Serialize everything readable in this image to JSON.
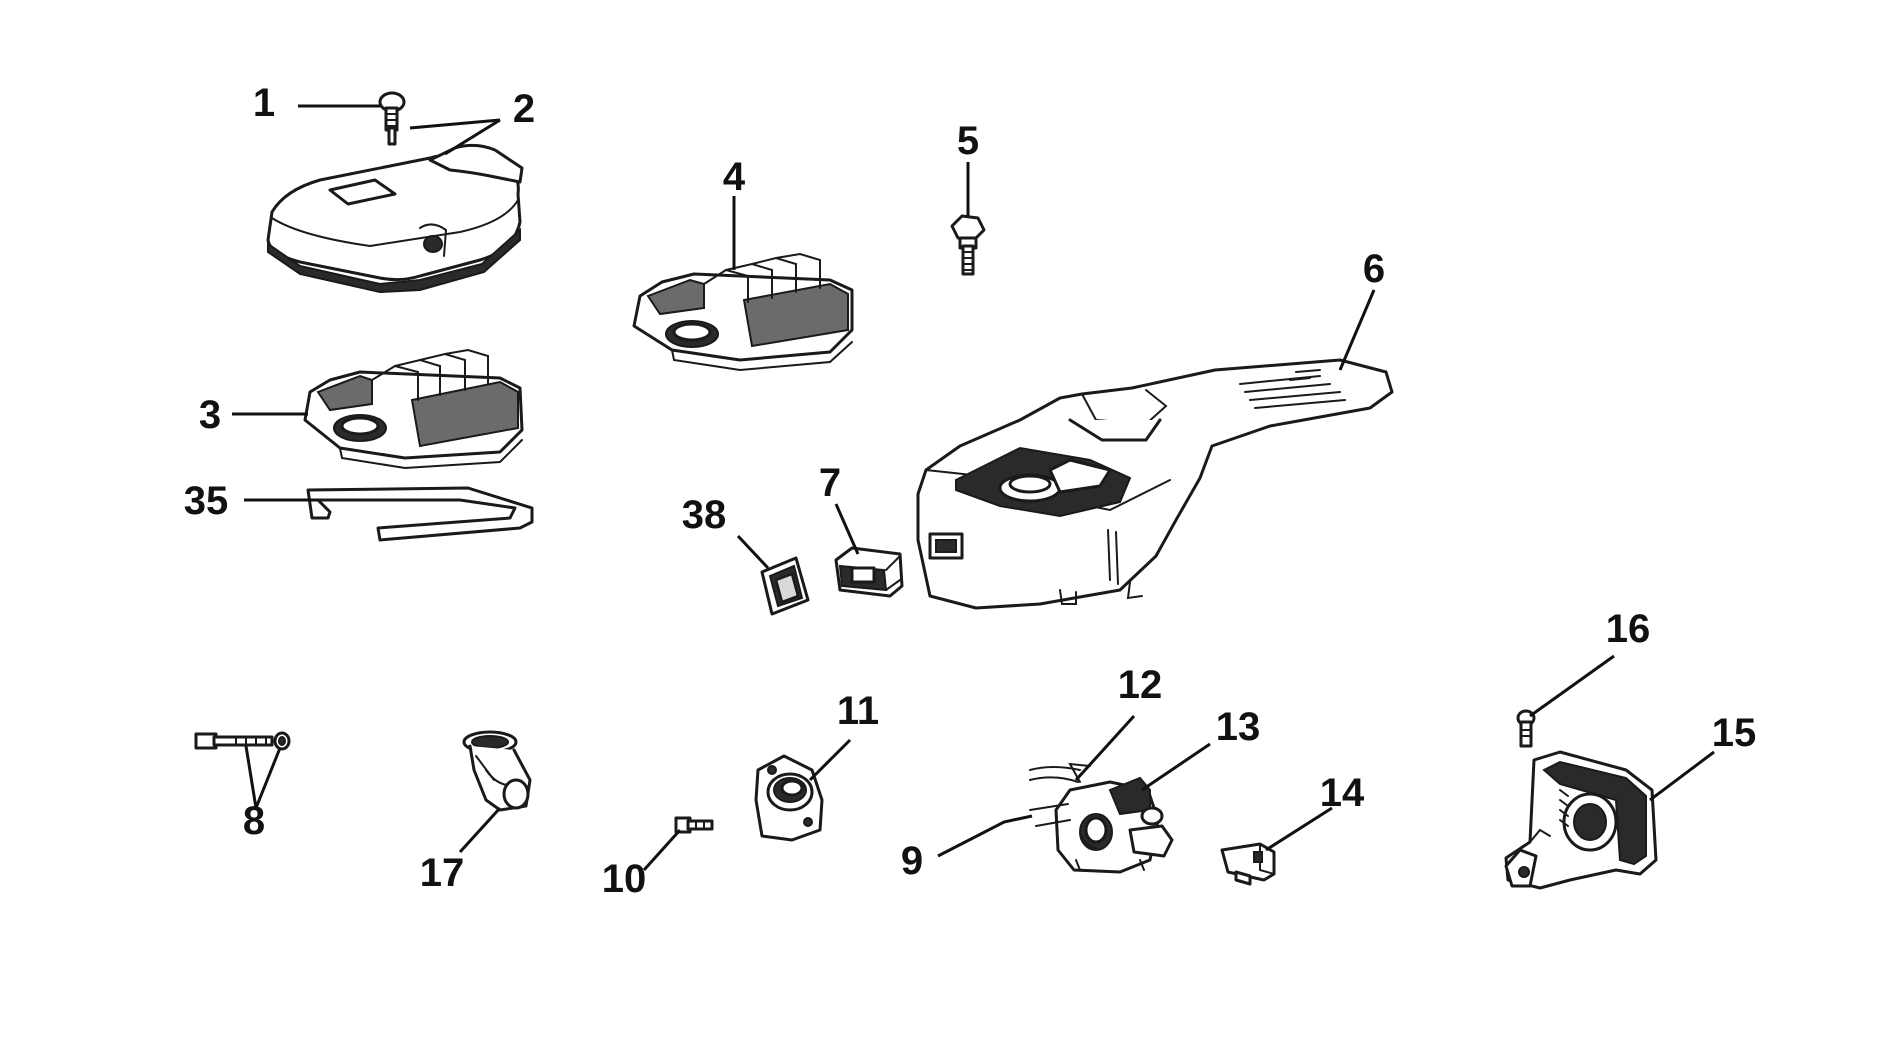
{
  "diagram": {
    "type": "exploded parts diagram",
    "parts": [
      {
        "id": "1",
        "label": "1"
      },
      {
        "id": "2",
        "label": "2"
      },
      {
        "id": "3",
        "label": "3"
      },
      {
        "id": "4",
        "label": "4"
      },
      {
        "id": "5",
        "label": "5"
      },
      {
        "id": "6",
        "label": "6"
      },
      {
        "id": "7",
        "label": "7"
      },
      {
        "id": "8",
        "label": "8"
      },
      {
        "id": "9",
        "label": "9"
      },
      {
        "id": "10",
        "label": "10"
      },
      {
        "id": "11",
        "label": "11"
      },
      {
        "id": "12",
        "label": "12"
      },
      {
        "id": "13",
        "label": "13"
      },
      {
        "id": "14",
        "label": "14"
      },
      {
        "id": "15",
        "label": "15"
      },
      {
        "id": "16",
        "label": "16"
      },
      {
        "id": "17",
        "label": "17"
      },
      {
        "id": "35",
        "label": "35"
      },
      {
        "id": "38",
        "label": "38"
      }
    ]
  }
}
